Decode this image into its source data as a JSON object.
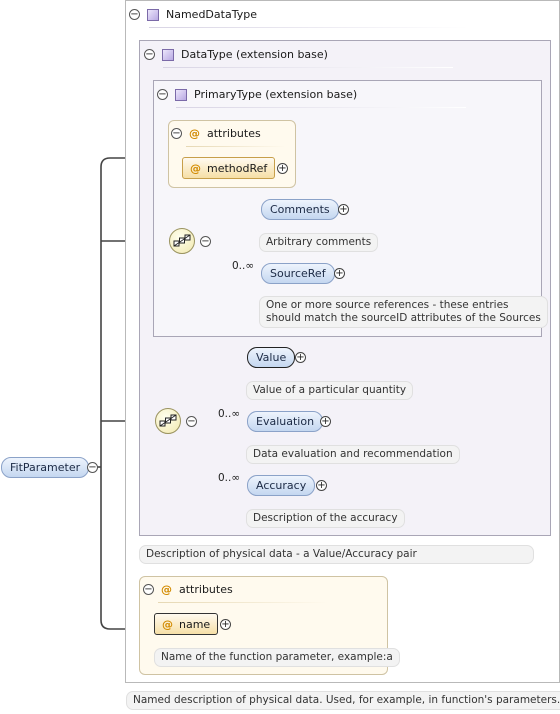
{
  "root": {
    "label": "FitParameter"
  },
  "named_data_type": {
    "title": "NamedDataType",
    "description": "Named description of physical data. Used, for example, in function's parameters."
  },
  "data_type": {
    "title": "DataType (extension base)",
    "description": "Description of physical data - a Value/Accuracy pair"
  },
  "primary_type": {
    "title": "PrimaryType (extension base)",
    "attributes": {
      "title": "attributes",
      "items": [
        {
          "name": "methodRef"
        }
      ]
    },
    "sequence": [
      {
        "name": "Comments",
        "occurrence": "",
        "description": "Arbitrary comments"
      },
      {
        "name": "SourceRef",
        "occurrence": "0..∞",
        "description_lines": [
          "One or more source references - these entries",
          "should match the sourceID attributes of the Sources"
        ]
      }
    ]
  },
  "data_sequence": [
    {
      "name": "Value",
      "occurrence": "",
      "description": "Value of a particular quantity"
    },
    {
      "name": "Evaluation",
      "occurrence": "0..∞",
      "description": "Data evaluation and recommendation"
    },
    {
      "name": "Accuracy",
      "occurrence": "0..∞",
      "description": "Description of the accuracy"
    }
  ],
  "own_attributes": {
    "title": "attributes",
    "items": [
      {
        "name": "name",
        "description": "Name of the function parameter, example:a"
      }
    ]
  },
  "colors": {
    "element_fill": "#c4d7f0",
    "attribute_fill": "#f6dfa6",
    "type_icon": "#b8a8e2",
    "sequence_fill": "#f1e8ae"
  }
}
